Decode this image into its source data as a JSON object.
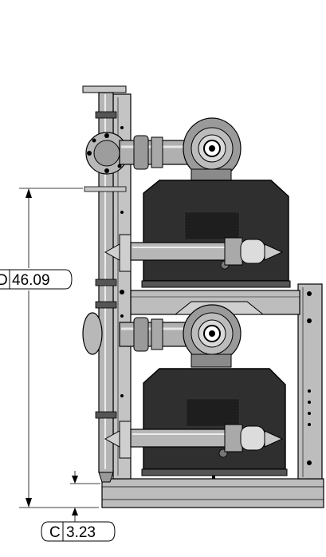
{
  "drawing": {
    "dimensions": [
      {
        "id": "D",
        "value": "46.09"
      },
      {
        "id": "C",
        "value": "3.23"
      }
    ]
  },
  "colors": {
    "line": "#000000",
    "frame": "#bdbdbd",
    "frame_dark": "#8f8f8f",
    "housing": "#2f2f2f",
    "housing_dark": "#1e1e1e",
    "pipe": "#b5b5b5",
    "motor": "#9a9a9a",
    "motor_light": "#d9d9d9"
  }
}
